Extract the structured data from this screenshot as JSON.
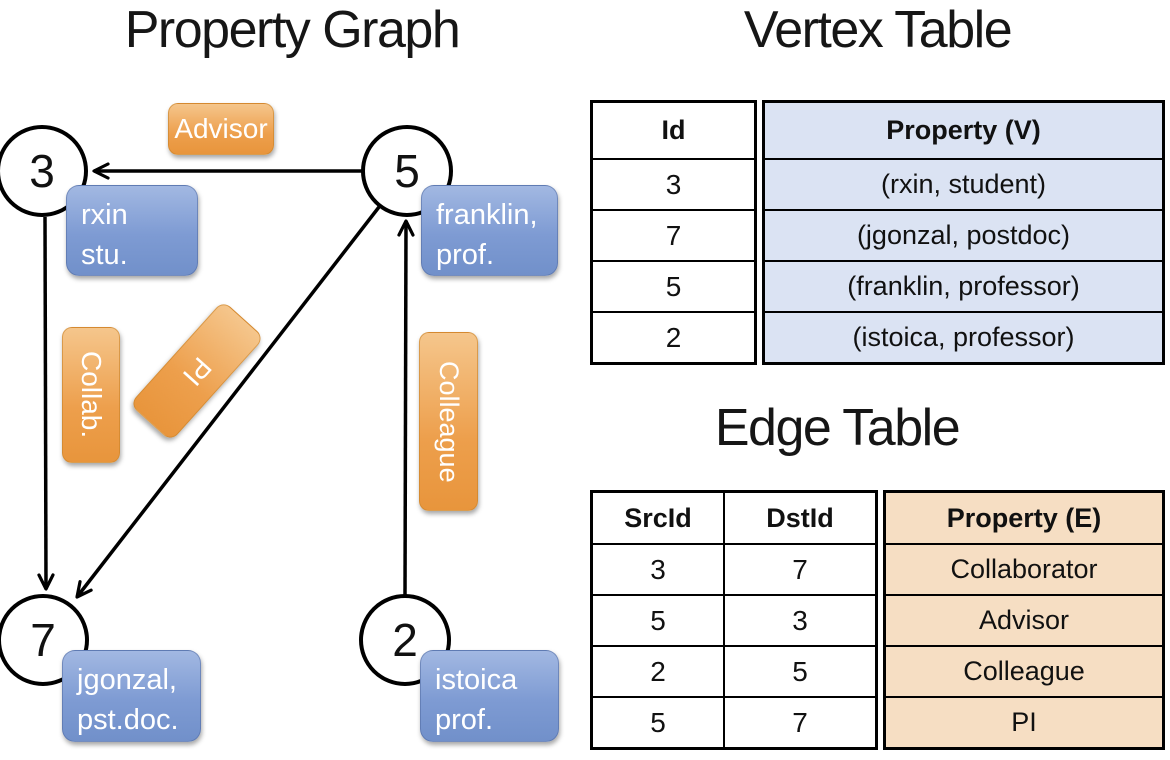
{
  "colors": {
    "orange": "#ED9F4C",
    "orange-light": "#F5C68C",
    "orange-dark": "#E8953C",
    "blue": "#7E9BD3",
    "blue-light": "#A2B8E2",
    "blue-dark": "#7190CA",
    "table-blue": "#DBE3F3",
    "table-tan": "#F6DEC3",
    "ink": "#111111"
  },
  "graph": {
    "title": "Property Graph",
    "nodes": [
      {
        "id": "3",
        "line1": "rxin",
        "line2": "stu."
      },
      {
        "id": "5",
        "line1": "franklin,",
        "line2": "prof."
      },
      {
        "id": "7",
        "line1": "jgonzal,",
        "line2": "pst.doc."
      },
      {
        "id": "2",
        "line1": "istoica",
        "line2": "prof."
      }
    ],
    "edge_labels": {
      "advisor": "Advisor",
      "collab": "Collab.",
      "pi": "PI",
      "colleague": "Colleague"
    }
  },
  "vertex_table": {
    "title": "Vertex Table",
    "col_id": "Id",
    "col_property": "Property (V)",
    "rows": [
      {
        "id": "3",
        "property": "(rxin, student)"
      },
      {
        "id": "7",
        "property": "(jgonzal, postdoc)"
      },
      {
        "id": "5",
        "property": "(franklin, professor)"
      },
      {
        "id": "2",
        "property": "(istoica, professor)"
      }
    ]
  },
  "edge_table": {
    "title": "Edge Table",
    "col_src": "SrcId",
    "col_dst": "DstId",
    "col_property": "Property (E)",
    "rows": [
      {
        "src": "3",
        "dst": "7",
        "property": "Collaborator"
      },
      {
        "src": "5",
        "dst": "3",
        "property": "Advisor"
      },
      {
        "src": "2",
        "dst": "5",
        "property": "Colleague"
      },
      {
        "src": "5",
        "dst": "7",
        "property": "PI"
      }
    ]
  }
}
